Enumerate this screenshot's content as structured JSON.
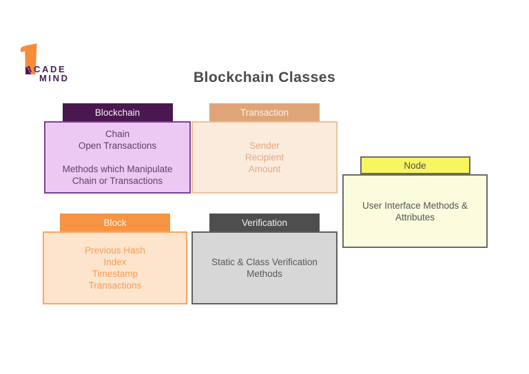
{
  "title": "Blockchain Classes",
  "title_color": "#4a4a4a",
  "logo": {
    "line1": "ACADE",
    "line2": "MIND",
    "ribbon_color": "#f68b3c",
    "text_color": "#4a1a5c"
  },
  "boxes": {
    "blockchain": {
      "title": "Blockchain",
      "attributes": [
        "Chain",
        "Open Transactions"
      ],
      "methods": [
        "Methods which Manipulate",
        "Chain or Transactions"
      ],
      "colors": {
        "tab_bg": "#4a1750",
        "tab_text": "#f8f0f8",
        "body_bg": "#ecc9f2",
        "body_border": "#7c3f8f",
        "body_text": "#5e4168"
      }
    },
    "transaction": {
      "title": "Transaction",
      "lines": [
        "Sender",
        "Recipient",
        "Amount"
      ],
      "colors": {
        "tab_bg": "#dfa578",
        "tab_text": "#fbf1e7",
        "body_bg": "#faebdd",
        "body_border": "#eec099",
        "body_text": "#e3a97d"
      }
    },
    "node": {
      "title": "Node",
      "lines": [
        "User Interface Methods &",
        "Attributes"
      ],
      "colors": {
        "tab_bg": "#f7f660",
        "tab_text": "#4f4f4f",
        "body_bg": "#fbfbde",
        "body_border": "#696969",
        "body_text": "#545454"
      }
    },
    "block": {
      "title": "Block",
      "lines": [
        "Previous Hash",
        "Index",
        "Timestamp",
        "Transactions"
      ],
      "colors": {
        "tab_bg": "#f79443",
        "tab_text": "#fdf2e8",
        "body_bg": "#fde4cd",
        "body_border": "#f9a660",
        "body_text": "#f99c54"
      }
    },
    "verification": {
      "title": "Verification",
      "lines": [
        "Static & Class Verification",
        "Methods"
      ],
      "colors": {
        "tab_bg": "#4e4e4e",
        "tab_text": "#f0f0f0",
        "body_bg": "#d7d7d7",
        "body_border": "#5f5f5f",
        "body_text": "#585858"
      }
    }
  }
}
